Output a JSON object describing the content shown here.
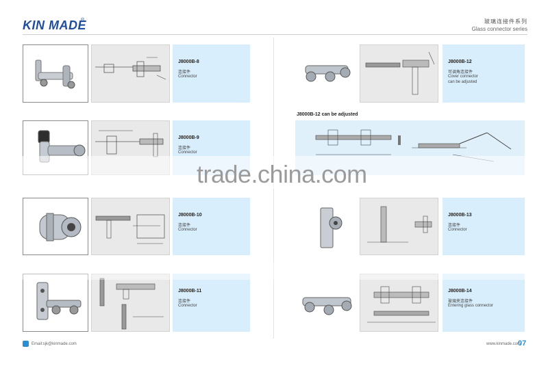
{
  "header": {
    "logo": "KIN MADE",
    "logo_mark": "®",
    "series_cn": "玻璃连接件系列",
    "series_en": "Glass connector series"
  },
  "left_items": [
    {
      "code": "J8000B-8",
      "cn": "连接件",
      "en": "Connector"
    },
    {
      "code": "J8000B-9",
      "cn": "连接件",
      "en": "Connector"
    },
    {
      "code": "J8000B-10",
      "cn": "连接件",
      "en": "Connector"
    },
    {
      "code": "J8000B-11",
      "cn": "连接件",
      "en": "Connector"
    }
  ],
  "right_items": [
    {
      "code": "J8000B-12",
      "cn": "可调角连接件",
      "en": "Cover connector",
      "en2": "can be adjusted"
    },
    {
      "code": "J8000B-13",
      "cn": "连接件",
      "en": "Connector"
    },
    {
      "code": "J8000B-14",
      "cn": "玻璃夹连接件",
      "en": "Entering glass connector"
    }
  ],
  "wide_title": "J8000B-12 can be adjusted",
  "watermark": "trade.china.com",
  "footer": {
    "left": "Email:sjk@kinmade.com",
    "right": "www.kinmade.com",
    "page": "07"
  }
}
